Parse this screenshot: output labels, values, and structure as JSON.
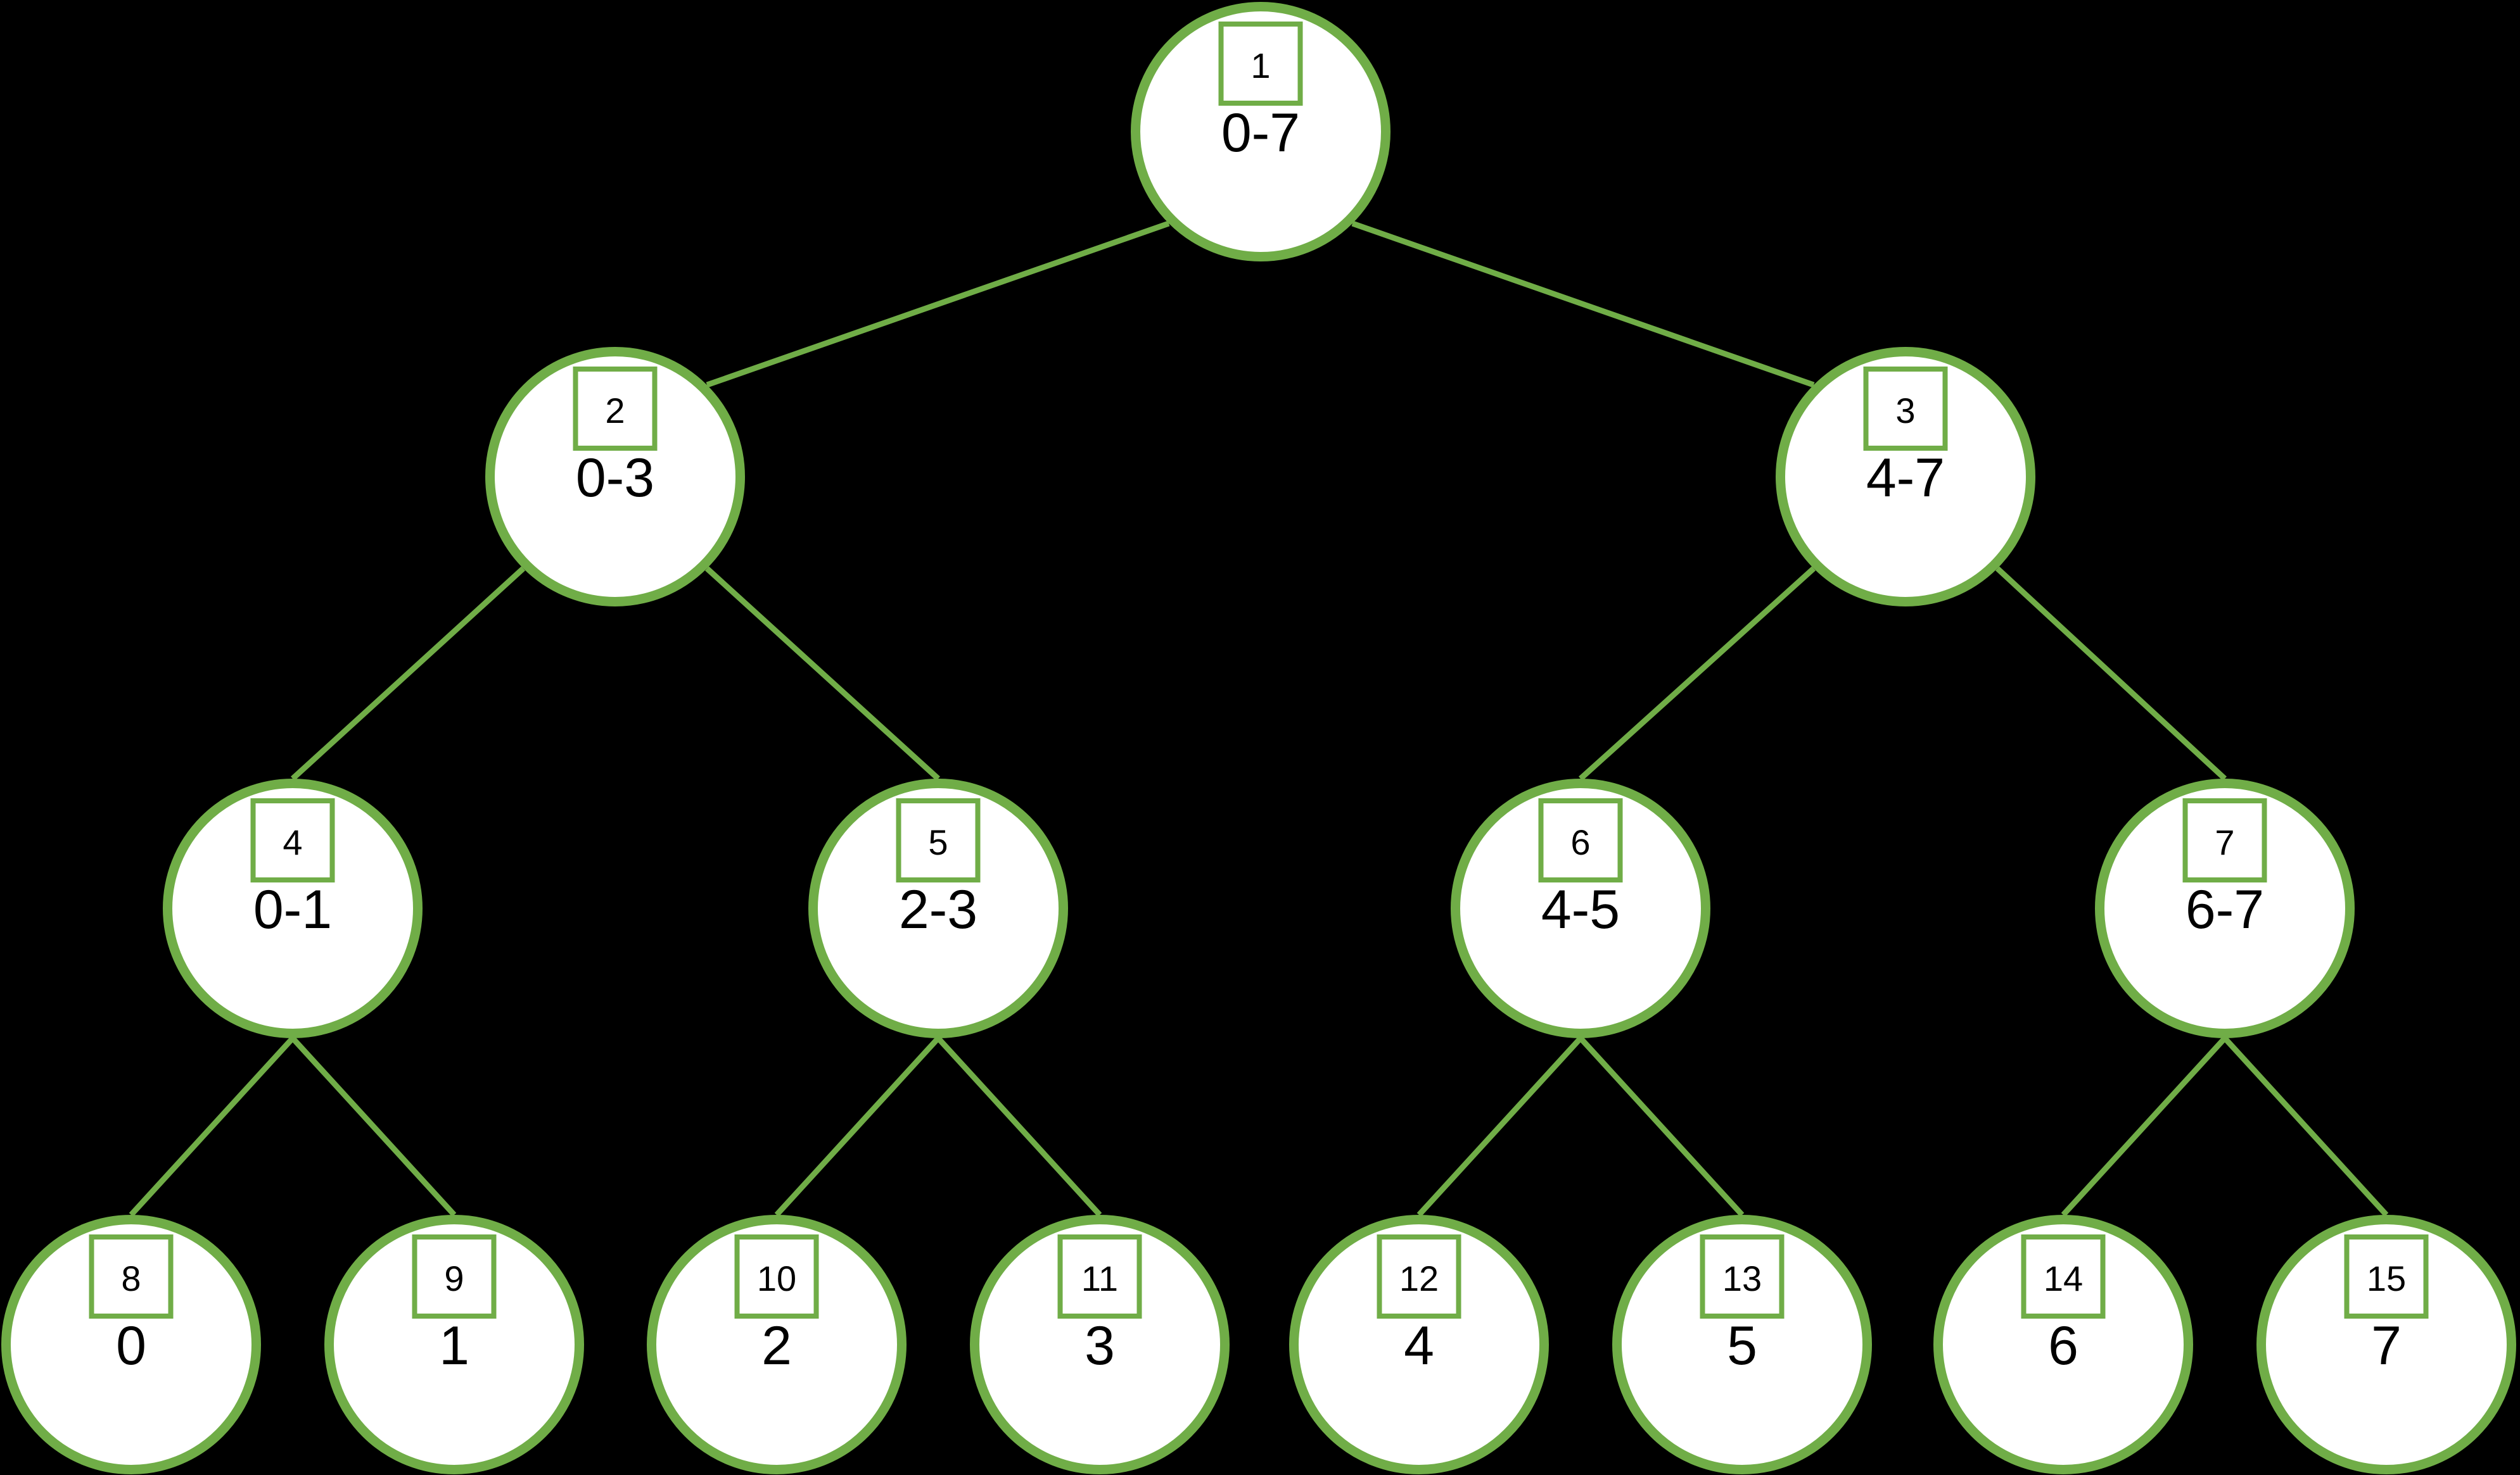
{
  "colors": {
    "background": "#000000",
    "stroke_green": "#70AD47",
    "node_fill": "#FFFFFF",
    "label_text": "#000000"
  },
  "nodes": [
    {
      "id": 1,
      "index_label": "1",
      "range_label": "0-7"
    },
    {
      "id": 2,
      "index_label": "2",
      "range_label": "0-3"
    },
    {
      "id": 3,
      "index_label": "3",
      "range_label": "4-7"
    },
    {
      "id": 4,
      "index_label": "4",
      "range_label": "0-1"
    },
    {
      "id": 5,
      "index_label": "5",
      "range_label": "2-3"
    },
    {
      "id": 6,
      "index_label": "6",
      "range_label": "4-5"
    },
    {
      "id": 7,
      "index_label": "7",
      "range_label": "6-7"
    },
    {
      "id": 8,
      "index_label": "8",
      "range_label": "0"
    },
    {
      "id": 9,
      "index_label": "9",
      "range_label": "1"
    },
    {
      "id": 10,
      "index_label": "10",
      "range_label": "2"
    },
    {
      "id": 11,
      "index_label": "11",
      "range_label": "3"
    },
    {
      "id": 12,
      "index_label": "12",
      "range_label": "4"
    },
    {
      "id": 13,
      "index_label": "13",
      "range_label": "5"
    },
    {
      "id": 14,
      "index_label": "14",
      "range_label": "6"
    },
    {
      "id": 15,
      "index_label": "15",
      "range_label": "7"
    }
  ],
  "edges": [
    [
      1,
      2
    ],
    [
      1,
      3
    ],
    [
      2,
      4
    ],
    [
      2,
      5
    ],
    [
      3,
      6
    ],
    [
      3,
      7
    ],
    [
      4,
      8
    ],
    [
      4,
      9
    ],
    [
      5,
      10
    ],
    [
      5,
      11
    ],
    [
      6,
      12
    ],
    [
      6,
      13
    ],
    [
      7,
      14
    ],
    [
      7,
      15
    ]
  ]
}
